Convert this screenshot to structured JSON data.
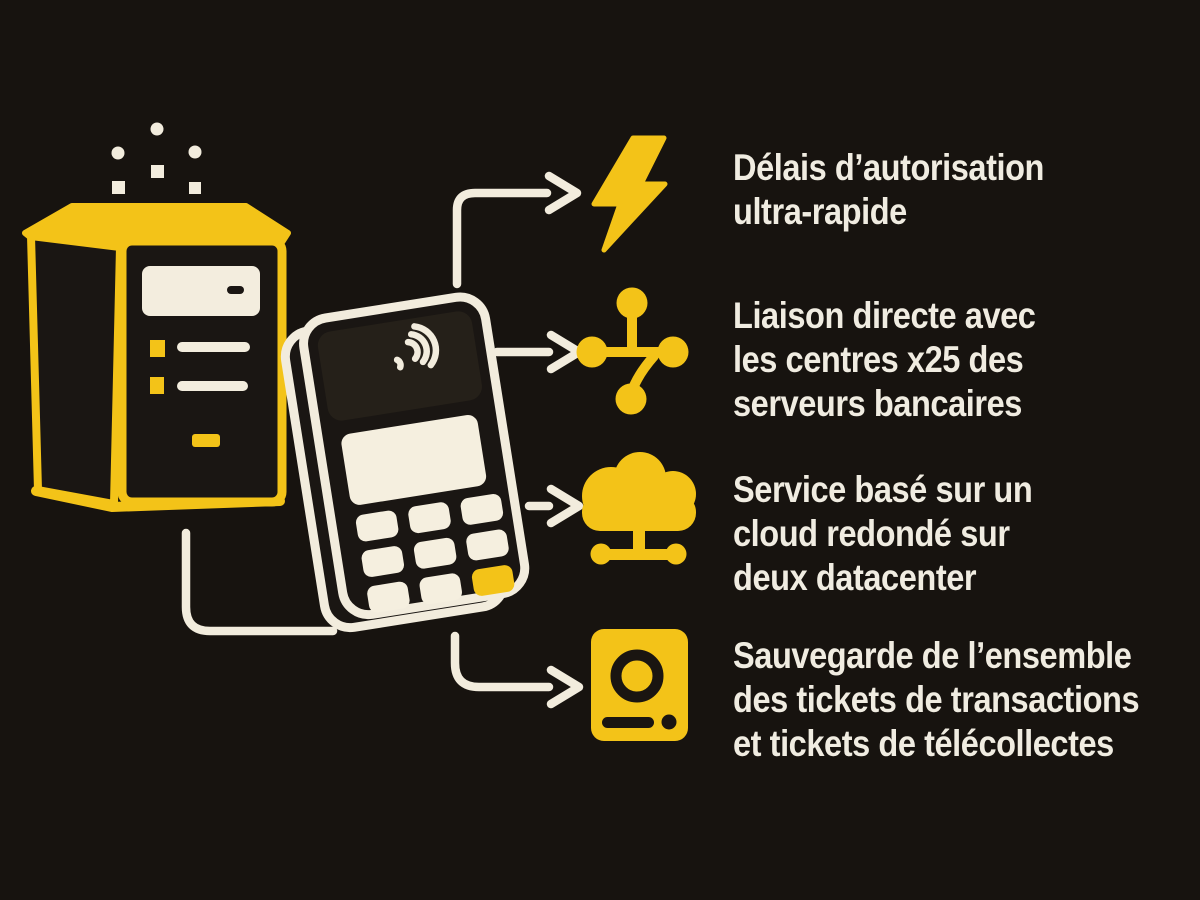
{
  "colors": {
    "background": "#17130F",
    "accent_yellow": "#F3C318",
    "cream_line": "#F2ECDD",
    "text": "#F0ECE1",
    "icon_dark": "#1A1511"
  },
  "illustration": {
    "left_device_icon": "server-tower-icon",
    "center_device_icon": "pos-payment-terminal-icon",
    "nfc_icon": "nfc-contactless-icon"
  },
  "features": [
    {
      "icon": "lightning-bolt-icon",
      "lines": [
        "Délais d’autorisation",
        "ultra-rapide"
      ]
    },
    {
      "icon": "network-nodes-icon",
      "lines": [
        "Liaison directe avec",
        "les centres x25 des",
        "serveurs bancaires"
      ]
    },
    {
      "icon": "cloud-network-icon",
      "lines": [
        "Service basé sur un",
        "cloud redondé sur",
        "deux datacenter"
      ]
    },
    {
      "icon": "hard-drive-icon",
      "lines": [
        "Sauvegarde de l’ensemble",
        "des tickets de transactions",
        "et tickets de télécollectes"
      ]
    }
  ]
}
